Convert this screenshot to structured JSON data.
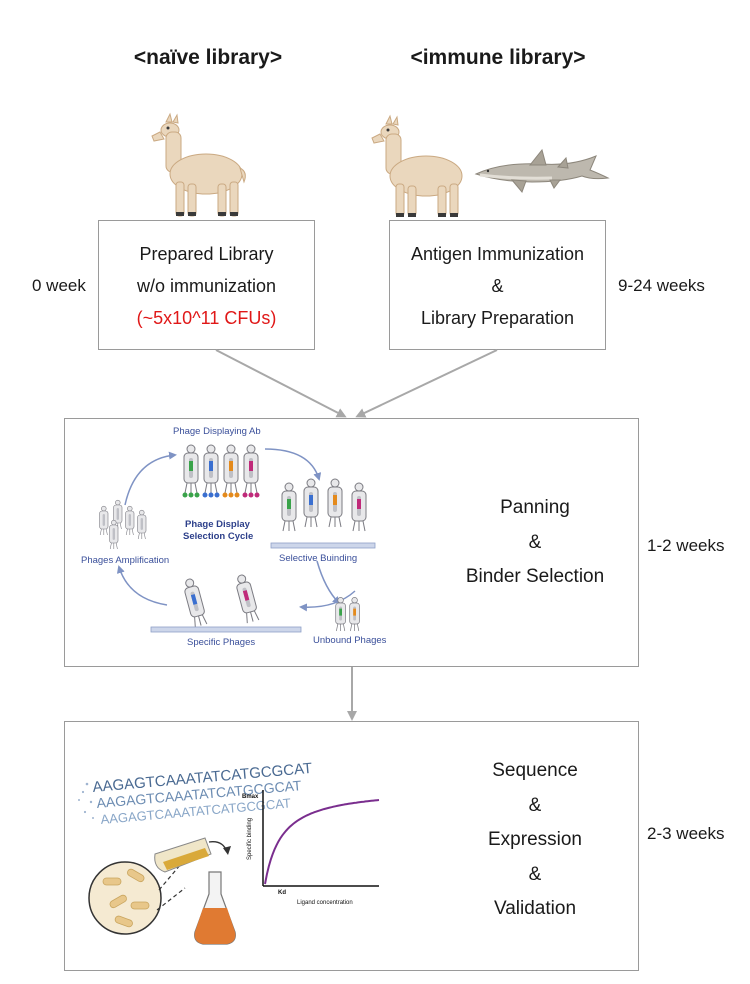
{
  "libraries": {
    "naive": {
      "heading": "<naïve library>",
      "icon": "llama-icon"
    },
    "immune": {
      "heading": "<immune library>",
      "icons": [
        "llama-icon",
        "shark-icon"
      ]
    }
  },
  "stage1": {
    "naive_box": {
      "line1": "Prepared Library",
      "line2": "w/o immunization",
      "line3": "(~5x10^11 CFUs)"
    },
    "immune_box": {
      "line1": "Antigen Immunization",
      "line2": "&",
      "line3": "Library Preparation"
    },
    "naive_duration": "0 week",
    "immune_duration": "9-24 weeks"
  },
  "stage2": {
    "title_line1": "Panning",
    "title_line2": "&",
    "title_line3": "Binder Selection",
    "duration": "1-2 weeks",
    "cycle": {
      "center_line1": "Phage Display",
      "center_line2": "Selection Cycle",
      "step_display": "Phage Displaying Ab",
      "step_binding": "Selective Buinding",
      "step_specific": "Specific Phages",
      "step_amplification": "Phages Amplification",
      "step_unbound": "Unbound Phages"
    }
  },
  "stage3": {
    "title_line1": "Sequence",
    "title_line2": "&",
    "title_line3": "Expression",
    "title_line4": "&",
    "title_line5": "Validation",
    "duration": "2-3 weeks",
    "dna_sequence": "AAGAGTCAAATATCATGCGCAT",
    "binding_chart": {
      "ylabel": "Specific binding",
      "xlabel": "Ligand concentration",
      "bmax_label": "Bmax",
      "kd_label": "Kd",
      "curve_color": "#7a2e8e"
    }
  },
  "colors": {
    "accent_red": "#e01818",
    "box_border": "#9a9a9a",
    "arrow": "#a8a8a8",
    "cycle_text": "#3a4f9a",
    "cycle_arrow": "#7f93c4"
  }
}
